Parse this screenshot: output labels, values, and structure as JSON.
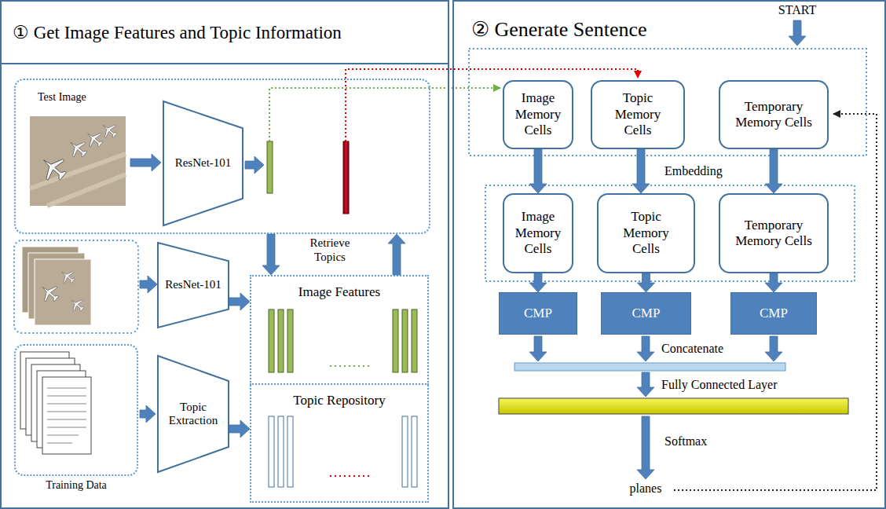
{
  "diagram": {
    "nodes": [
      {
        "text": [
          "① Get Image Features and Topic Information"
        ]
      },
      {
        "text": [
          "Test Image"
        ],
        "in": 0
      },
      {
        "text": [
          "ResNet-101"
        ],
        "in": 1
      },
      {
        "text": [
          "ResNet-101"
        ],
        "in": 0
      },
      {
        "text": [
          "Training Data"
        ],
        "in": 0
      },
      {
        "text": [
          "Topic Extraction"
        ],
        "in": 0
      },
      {
        "text": [
          "Image Features"
        ],
        "in": 0
      },
      {
        "text": [
          "Topic Repository"
        ],
        "in": 0
      },
      {
        "text": [
          "② Generate Sentence"
        ]
      },
      {
        "text": [
          "Image Memory Cells"
        ],
        "in": 8
      },
      {
        "text": [
          "Topic Memory Cells"
        ],
        "in": 8
      },
      {
        "text": [
          "Temporary Memory Cells"
        ],
        "in": 8
      },
      {
        "text": [
          "Image Memory Cells"
        ],
        "in": 8
      },
      {
        "text": [
          "Topic Memory Cells"
        ],
        "in": 8
      },
      {
        "text": [
          "Temporary Memory Cells"
        ],
        "in": 8
      },
      {
        "text": [
          "CMP"
        ],
        "in": 8
      },
      {
        "text": [
          "CMP"
        ],
        "in": 8
      },
      {
        "text": [
          "CMP"
        ],
        "in": 8
      }
    ],
    "edges": [
      {
        "from": 1,
        "to": 6,
        "arrow": "to"
      },
      {
        "from": 6,
        "to": 1,
        "arrow": "to"
      },
      {
        "from": 3,
        "to": 6,
        "arrow": "to"
      },
      {
        "from": 5,
        "to": 7,
        "arrow": "to"
      },
      {
        "from": 9,
        "to": 12,
        "arrow": "to"
      },
      {
        "from": 10,
        "to": 13,
        "arrow": "to"
      },
      {
        "from": 11,
        "to": 14,
        "arrow": "to"
      },
      {
        "from": 12,
        "to": 15,
        "arrow": "to"
      },
      {
        "from": 13,
        "to": 16,
        "arrow": "to"
      },
      {
        "from": 14,
        "to": 17,
        "arrow": "to"
      }
    ],
    "labels": [
      "Retrieve Topics",
      "START",
      "Embedding",
      "Concatenate",
      "Fully Connected Layer",
      "Softmax",
      "planes"
    ]
  }
}
